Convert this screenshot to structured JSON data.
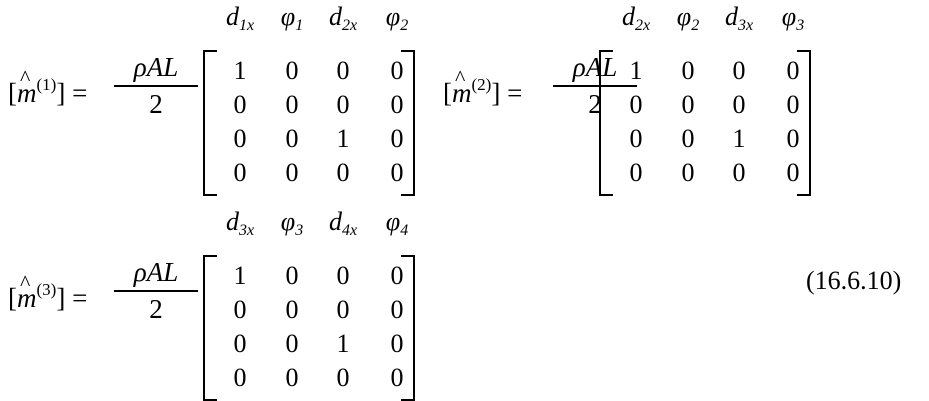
{
  "matrices": [
    {
      "label_base": "m",
      "label_sup": "(1)",
      "coef_num": "ρAL",
      "coef_den": "2",
      "headers": [
        {
          "base": "d",
          "sub": "1x"
        },
        {
          "base": "φ",
          "sub": "1"
        },
        {
          "base": "d",
          "sub": "2x"
        },
        {
          "base": "φ",
          "sub": "2"
        }
      ],
      "rows": [
        [
          "1",
          "0",
          "0",
          "0"
        ],
        [
          "0",
          "0",
          "0",
          "0"
        ],
        [
          "0",
          "0",
          "1",
          "0"
        ],
        [
          "0",
          "0",
          "0",
          "0"
        ]
      ]
    },
    {
      "label_base": "m",
      "label_sup": "(2)",
      "coef_num": "ρAL",
      "coef_den": "2",
      "headers": [
        {
          "base": "d",
          "sub": "2x"
        },
        {
          "base": "φ",
          "sub": "2"
        },
        {
          "base": "d",
          "sub": "3x"
        },
        {
          "base": "φ",
          "sub": "3"
        }
      ],
      "rows": [
        [
          "1",
          "0",
          "0",
          "0"
        ],
        [
          "0",
          "0",
          "0",
          "0"
        ],
        [
          "0",
          "0",
          "1",
          "0"
        ],
        [
          "0",
          "0",
          "0",
          "0"
        ]
      ]
    },
    {
      "label_base": "m",
      "label_sup": "(3)",
      "coef_num": "ρAL",
      "coef_den": "2",
      "headers": [
        {
          "base": "d",
          "sub": "3x"
        },
        {
          "base": "φ",
          "sub": "3"
        },
        {
          "base": "d",
          "sub": "4x"
        },
        {
          "base": "φ",
          "sub": "4"
        }
      ],
      "rows": [
        [
          "1",
          "0",
          "0",
          "0"
        ],
        [
          "0",
          "0",
          "0",
          "0"
        ],
        [
          "0",
          "0",
          "1",
          "0"
        ],
        [
          "0",
          "0",
          "0",
          "0"
        ]
      ]
    }
  ],
  "equation_number": "(16.6.10)"
}
